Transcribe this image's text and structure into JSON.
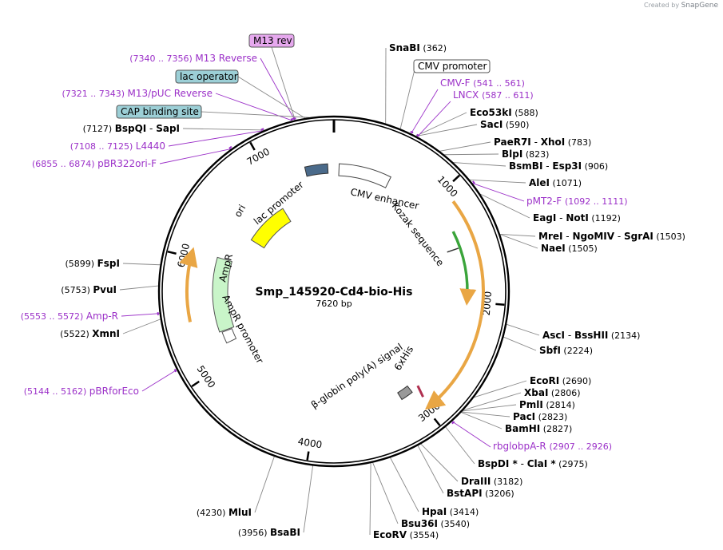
{
  "watermark": {
    "prefix": "Created by",
    "brand": "SnapGene"
  },
  "plasmid": {
    "name": "Smp_145920-Cd4-bio-His",
    "size_label": "7620 bp",
    "length": 7620
  },
  "colors": {
    "enzyme": "#000000",
    "primer": "#9b30c8",
    "leader": "#888888",
    "backbone": "#000000",
    "orange": "#e9a644",
    "green": "#3aa43a",
    "ori": "#ffff00",
    "ampr": "#c9f5c9",
    "m13": "#e6a8ee",
    "lac_box": "#9ccfd6"
  },
  "scale_ticks": [
    "1000",
    "2000",
    "3000",
    "4000",
    "5000",
    "6000",
    "7000"
  ],
  "enzymes": [
    {
      "names": [
        "SnaBI"
      ],
      "pos": [
        "362"
      ]
    },
    {
      "names": [
        "Eco53kI"
      ],
      "pos": [
        "588"
      ]
    },
    {
      "names": [
        "SacI"
      ],
      "pos": [
        "590"
      ]
    },
    {
      "names": [
        "PaeR7I",
        "XhoI"
      ],
      "pos": [
        "783"
      ]
    },
    {
      "names": [
        "BlpI"
      ],
      "pos": [
        "823"
      ]
    },
    {
      "names": [
        "BsmBI",
        "Esp3I"
      ],
      "pos": [
        "906"
      ]
    },
    {
      "names": [
        "AleI"
      ],
      "pos": [
        "1071"
      ]
    },
    {
      "names": [
        "EagI",
        "NotI"
      ],
      "pos": [
        "1192"
      ]
    },
    {
      "names": [
        "MreI",
        "NgoMIV",
        "SgrAI"
      ],
      "pos": [
        "1503"
      ]
    },
    {
      "names": [
        "NaeI"
      ],
      "pos": [
        "1505"
      ]
    },
    {
      "names": [
        "AscI",
        "BssHII"
      ],
      "pos": [
        "2134"
      ]
    },
    {
      "names": [
        "SbfI"
      ],
      "pos": [
        "2224"
      ]
    },
    {
      "names": [
        "EcoRI"
      ],
      "pos": [
        "2690"
      ]
    },
    {
      "names": [
        "XbaI"
      ],
      "pos": [
        "2806"
      ]
    },
    {
      "names": [
        "PmlI"
      ],
      "pos": [
        "2814"
      ]
    },
    {
      "names": [
        "PacI"
      ],
      "pos": [
        "2823"
      ]
    },
    {
      "names": [
        "BamHI"
      ],
      "pos": [
        "2827"
      ]
    },
    {
      "names": [
        "BspDI *",
        "ClaI *"
      ],
      "pos": [
        "2975"
      ]
    },
    {
      "names": [
        "DraIII"
      ],
      "pos": [
        "3182"
      ]
    },
    {
      "names": [
        "BstAPI"
      ],
      "pos": [
        "3206"
      ]
    },
    {
      "names": [
        "HpaI"
      ],
      "pos": [
        "3414"
      ]
    },
    {
      "names": [
        "Bsu36I"
      ],
      "pos": [
        "3540"
      ]
    },
    {
      "names": [
        "EcoRV"
      ],
      "pos": [
        "3554"
      ]
    },
    {
      "names": [
        "BsaBI"
      ],
      "pos": [
        "3956"
      ]
    },
    {
      "names": [
        "MluI"
      ],
      "pos": [
        "4230"
      ]
    },
    {
      "names": [
        "XmnI"
      ],
      "pos": [
        "5522"
      ]
    },
    {
      "names": [
        "PvuI"
      ],
      "pos": [
        "5753"
      ]
    },
    {
      "names": [
        "FspI"
      ],
      "pos": [
        "5899"
      ]
    },
    {
      "names": [
        "BspQI",
        "SapI"
      ],
      "pos": [
        "7127"
      ]
    }
  ],
  "primers": [
    {
      "name": "CMV-F",
      "range": "(541 .. 561)"
    },
    {
      "name": "LNCX",
      "range": "(587 .. 611)"
    },
    {
      "name": "pMT2-F",
      "range": "(1092 .. 1111)"
    },
    {
      "name": "rbglobpA-R",
      "range": "(2907 .. 2926)"
    },
    {
      "name": "pBRforEco",
      "range": "(5144 .. 5162)"
    },
    {
      "name": "Amp-R",
      "range": "(5553 .. 5572)"
    },
    {
      "name": "pBR322ori-F",
      "range": "(6855 .. 6874)"
    },
    {
      "name": "L4440",
      "range": "(7108 .. 7125)"
    },
    {
      "name": "M13/pUC Reverse",
      "range": "(7321 .. 7343)"
    },
    {
      "name": "M13 Reverse",
      "range": "(7340 .. 7356)"
    }
  ],
  "boxed_features": [
    "M13 rev",
    "lac operator",
    "CAP binding site",
    "CMV promoter"
  ],
  "inner_features": [
    "CMV enhancer",
    "Kozak sequence",
    "6xHis",
    "β-globin poly(A) signal",
    "AmpR promoter",
    "AmpR",
    "lac promoter"
  ],
  "ori_label": "ori"
}
